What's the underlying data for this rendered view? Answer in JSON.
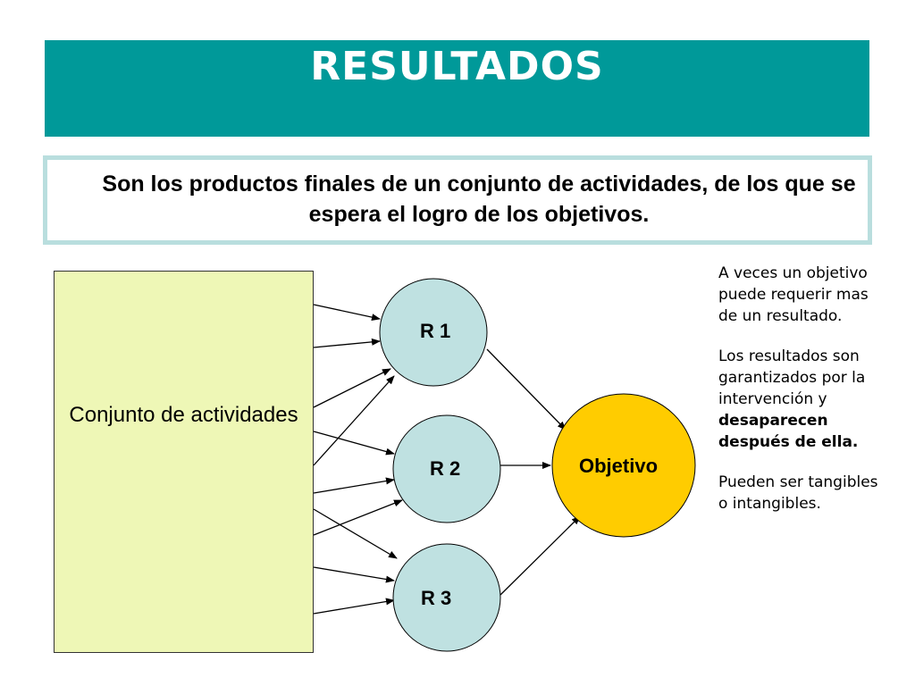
{
  "title": "RESULTADOS",
  "definition": "Son los productos finales de un conjunto de actividades, de los que se espera el logro de los objetivos.",
  "diagram": {
    "activities_label": "Conjunto de actividades",
    "results": [
      {
        "label": "R 1"
      },
      {
        "label": "R 2"
      },
      {
        "label": "R 3"
      }
    ],
    "objective_label": "Objetivo"
  },
  "notes": [
    {
      "text": "A veces un objetivo puede requerir mas de un resultado."
    },
    {
      "text": "Los resultados son garantizados por la intervención y ",
      "bold": "desaparecen después de ella."
    },
    {
      "text": "Pueden ser tangibles o intangibles."
    }
  ],
  "colors": {
    "title_bar": "#009999",
    "definition_border": "#b9dede",
    "activities_fill": "#eef7b6",
    "result_fill": "#bfe1e1",
    "objective_fill": "#ffcc00"
  }
}
